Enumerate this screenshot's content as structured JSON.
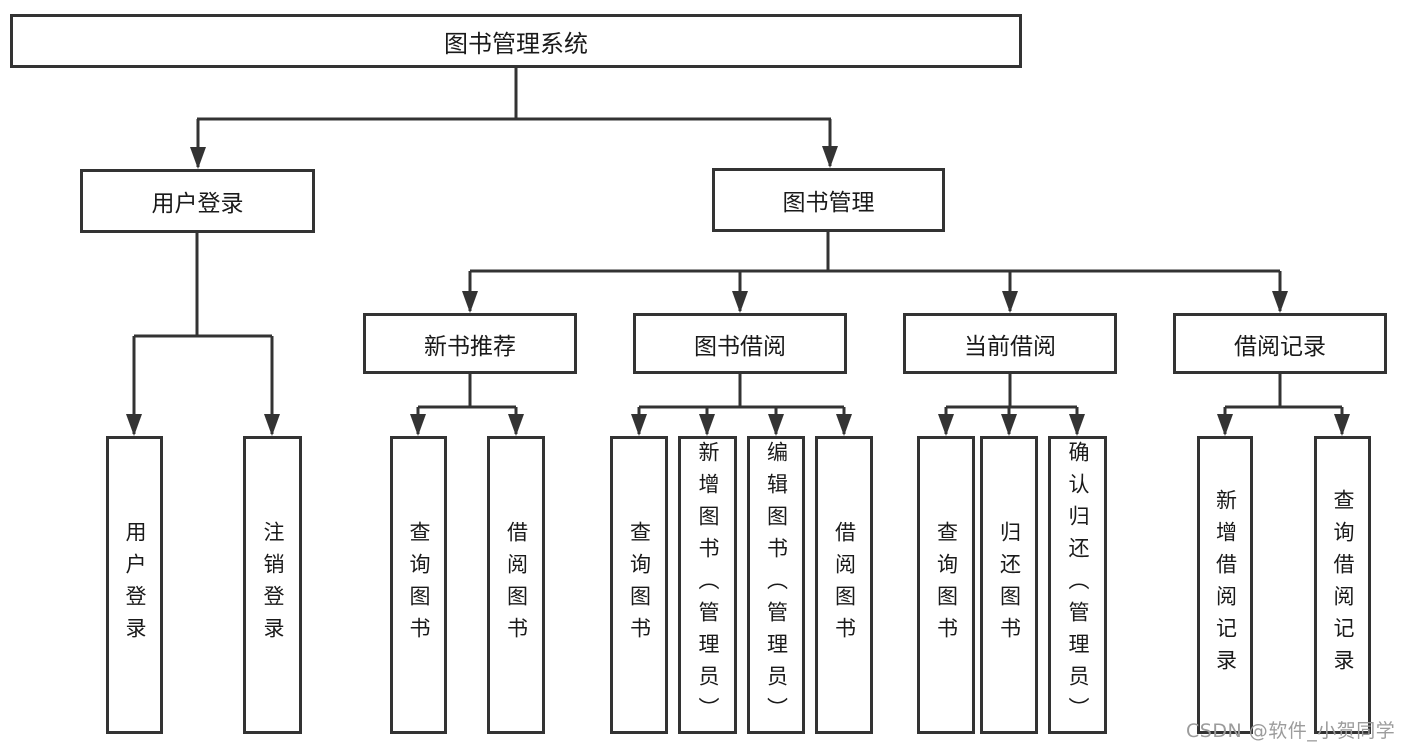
{
  "diagram": {
    "root": {
      "label": "图书管理系统",
      "children": [
        {
          "label": "用户登录",
          "children": [
            {
              "label": "用户登录"
            },
            {
              "label": "注销登录"
            }
          ]
        },
        {
          "label": "图书管理",
          "children": [
            {
              "label": "新书推荐",
              "children": [
                {
                  "label": "查询图书"
                },
                {
                  "label": "借阅图书"
                }
              ]
            },
            {
              "label": "图书借阅",
              "children": [
                {
                  "label": "查询图书"
                },
                {
                  "label": "新增图书（管理员）"
                },
                {
                  "label": "编辑图书（管理员）"
                },
                {
                  "label": "借阅图书"
                }
              ]
            },
            {
              "label": "当前借阅",
              "children": [
                {
                  "label": "查询图书"
                },
                {
                  "label": "归还图书"
                },
                {
                  "label": "确认归还（管理员）"
                }
              ]
            },
            {
              "label": "借阅记录",
              "children": [
                {
                  "label": "新增借阅记录"
                },
                {
                  "label": "查询借阅记录"
                }
              ]
            }
          ]
        }
      ]
    }
  },
  "watermark": {
    "text": "CSDN @软件_小贺同学"
  },
  "colors": {
    "line": "#333333",
    "box_border": "#333333",
    "text": "#1a1a1a",
    "watermark": "#9c9c9c",
    "background": "#ffffff"
  }
}
